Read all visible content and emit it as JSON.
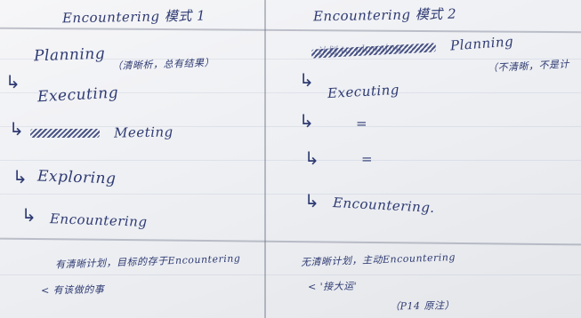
{
  "left": {
    "title": "Encountering 模式 1",
    "planning": "Planning",
    "planning_note": "（清晰析，总有结果）",
    "executing": "Executing",
    "meeting": "Meeting",
    "exploring": "Exploring",
    "encountering": "Encountering",
    "bottom_line1": "有清晰计划，目标的存于Encountering",
    "bottom_line2": "< 有该做的事"
  },
  "right": {
    "title": "Encountering 模式 2",
    "struck_text": "计划 to planning",
    "planning": "Planning",
    "planning_note": "（不清晰，不是计",
    "executing": "Executing",
    "equals1": "=",
    "equals2": "=",
    "encountering": "Encountering.",
    "bottom_line1": "无清晰计划，主动Encountering",
    "bottom_line2": "< '接大运'",
    "bottom_note": "（P14 原注）"
  },
  "icons": {
    "arrow": "arrow-hook-icon"
  }
}
